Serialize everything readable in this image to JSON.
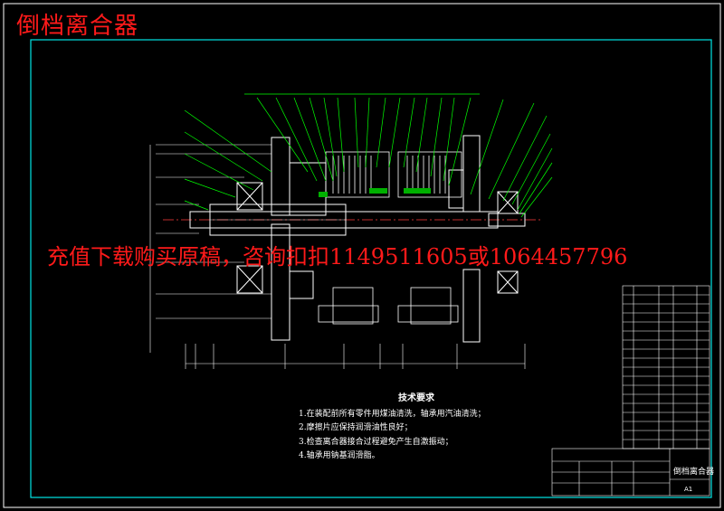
{
  "title": "倒档离合器",
  "promo": "充值下载购买原稿，咨询扣扣1149511605或1064457796",
  "technical_requirements": {
    "heading": "技术要求",
    "items": [
      "1.在装配前所有零件用煤油清洗，轴承用汽油清洗；",
      "2.摩擦片应保持润滑油性良好；",
      "3.检查离合器接合过程避免产生自激振动；",
      "4.轴承用钠基润滑脂。"
    ]
  },
  "title_block": {
    "drawing_name": "倒档离合器",
    "sheet": "A1"
  },
  "colors": {
    "background": "#000000",
    "frame": "#00e5e5",
    "outline": "#ffffff",
    "leader": "#00ff00",
    "overlay_text": "#ff1a1a"
  }
}
